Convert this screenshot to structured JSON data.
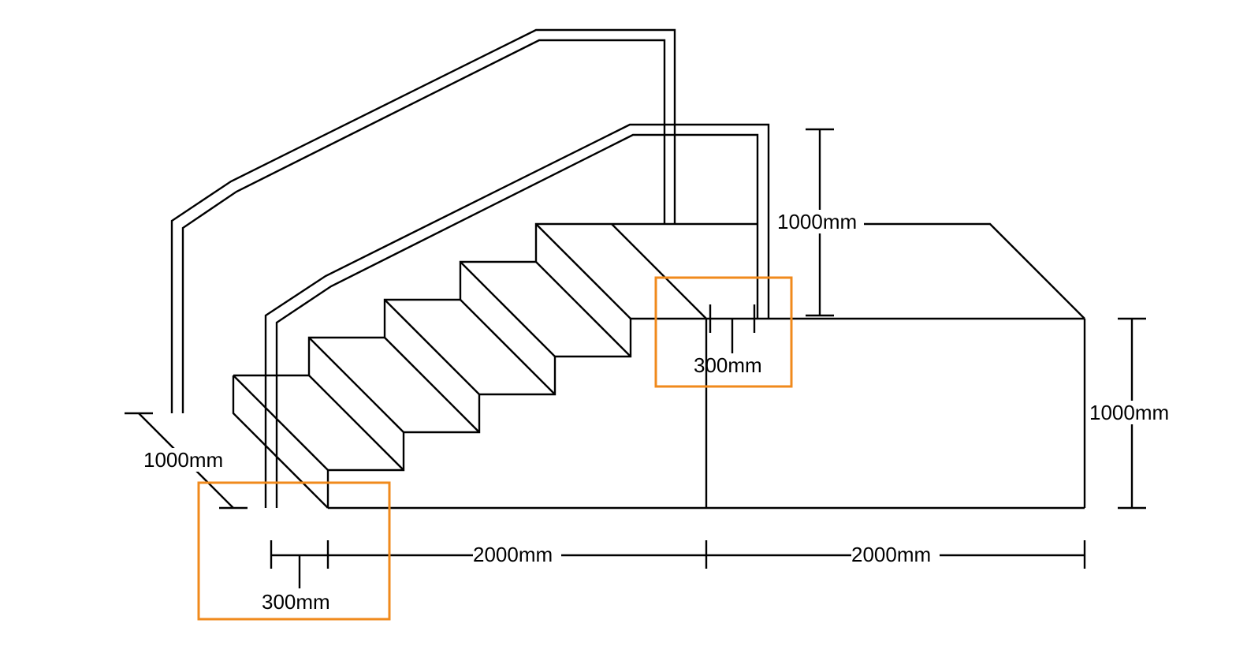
{
  "colors": {
    "line": "#000000",
    "highlight": "#f08a1c",
    "background": "#ffffff"
  },
  "dimensions": {
    "landing_height": "1000mm",
    "rail_height": "1000mm",
    "stair_width": "1000mm",
    "tread_bottom": "300mm",
    "tread_top": "300mm",
    "stair_run": "2000mm",
    "landing_length": "2000mm"
  },
  "highlights": [
    {
      "label": "bottom-tread-dimension"
    },
    {
      "label": "top-tread-dimension"
    }
  ]
}
